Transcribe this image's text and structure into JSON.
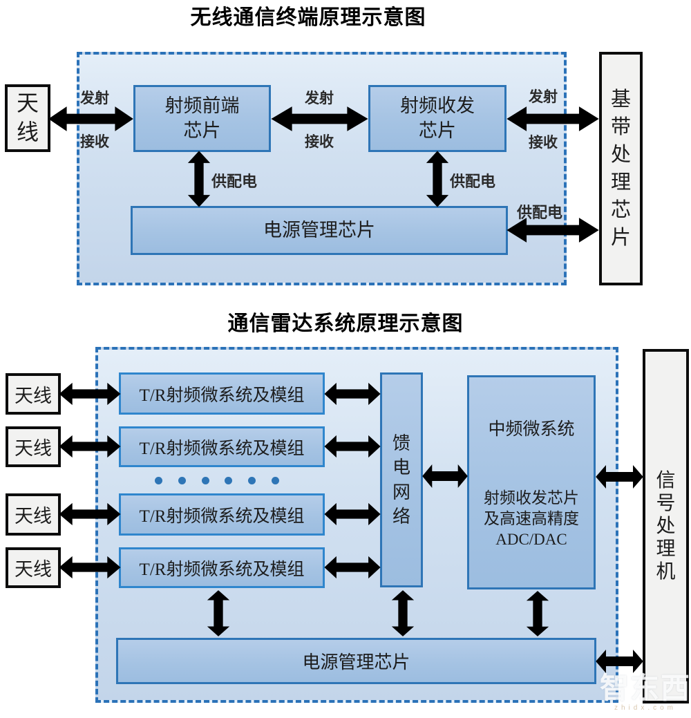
{
  "diagram1": {
    "title": "无线通信终端原理示意图",
    "antenna": "天线",
    "rf_front_end_chip": "射频前端\n芯片",
    "rf_transceiver_chip": "射频收发\n芯片",
    "baseband_chip": "基带处理芯片",
    "power_chip": "电源管理芯片",
    "labels": {
      "transmit": "发射",
      "receive": "接收",
      "power_supply": "供配电"
    }
  },
  "diagram2": {
    "title": "通信雷达系统原理示意图",
    "antenna": "天线",
    "tr_module": "T/R射频微系统及模组",
    "feed_network": "馈电网络",
    "if_microsystem_title": "中频微系统",
    "if_microsystem_detail": "射频收发芯片\n及高速高精度\nADC/DAC",
    "signal_processor": "信号处理机",
    "power_chip": "电源管理芯片"
  },
  "watermark": {
    "brand": "智东西",
    "subtext": "zhidx.com"
  },
  "colors": {
    "dashed_border": "#2b72b8",
    "chip_fill": "#a5c3e3",
    "chip_border": "#2e75b6",
    "arrow_fill": "#d9d9d9",
    "panel_fill": "#d2e1f1",
    "outer_box_fill": "#f2f2f1"
  }
}
